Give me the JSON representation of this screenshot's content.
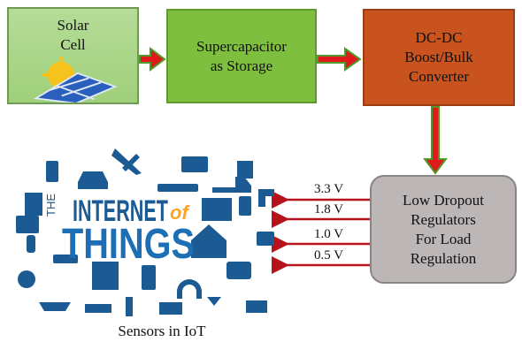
{
  "blocks": {
    "solar": "Solar\nCell",
    "supercap": "Supercapacitor\nas Storage",
    "dcdc": "DC-DC\nBoost/Bulk\nConverter",
    "ldo": "Low Dropout\nRegulators\nFor Load\nRegulation"
  },
  "voltages": [
    "3.3 V",
    "1.8 V",
    "1.0 V",
    "0.5 V"
  ],
  "iot_logo": {
    "the": "THE",
    "internet": "INTERNET",
    "of": "of",
    "things": "THINGS"
  },
  "caption": "Sensors in IoT",
  "colors": {
    "arrow_fill": "#e0191d",
    "arrow_border": "#4f9a2a",
    "line_arrow": "#b5121b",
    "iot_blue": "#1c6fb5"
  }
}
